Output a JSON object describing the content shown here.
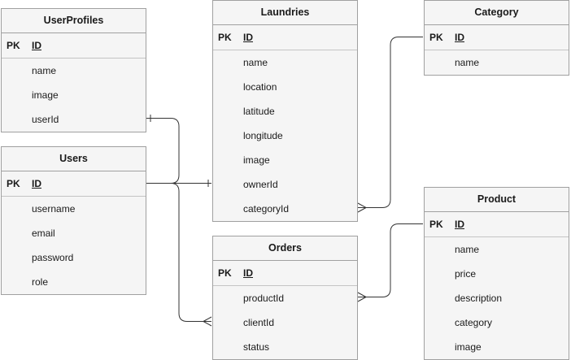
{
  "entities": {
    "userprofiles": {
      "title": "UserProfiles",
      "pk_label": "PK",
      "pk_field": "ID",
      "fields": [
        "name",
        "image",
        "userId"
      ]
    },
    "users": {
      "title": "Users",
      "pk_label": "PK",
      "pk_field": "ID",
      "fields": [
        "username",
        "email",
        "password",
        "role"
      ]
    },
    "laundries": {
      "title": "Laundries",
      "pk_label": "PK",
      "pk_field": "ID",
      "fields": [
        "name",
        "location",
        "latitude",
        "longitude",
        "image",
        "ownerId",
        "categoryId"
      ]
    },
    "orders": {
      "title": "Orders",
      "pk_label": "PK",
      "pk_field": "ID",
      "fields": [
        "productId",
        "clientId",
        "status"
      ]
    },
    "category": {
      "title": "Category",
      "pk_label": "PK",
      "pk_field": "ID",
      "fields": [
        "name"
      ]
    },
    "product": {
      "title": "Product",
      "pk_label": "PK",
      "pk_field": "ID",
      "fields": [
        "name",
        "price",
        "description",
        "category",
        "image"
      ]
    }
  },
  "colors": {
    "border": "#a0a0a0",
    "fill": "#f5f5f5",
    "line": "#333333"
  }
}
